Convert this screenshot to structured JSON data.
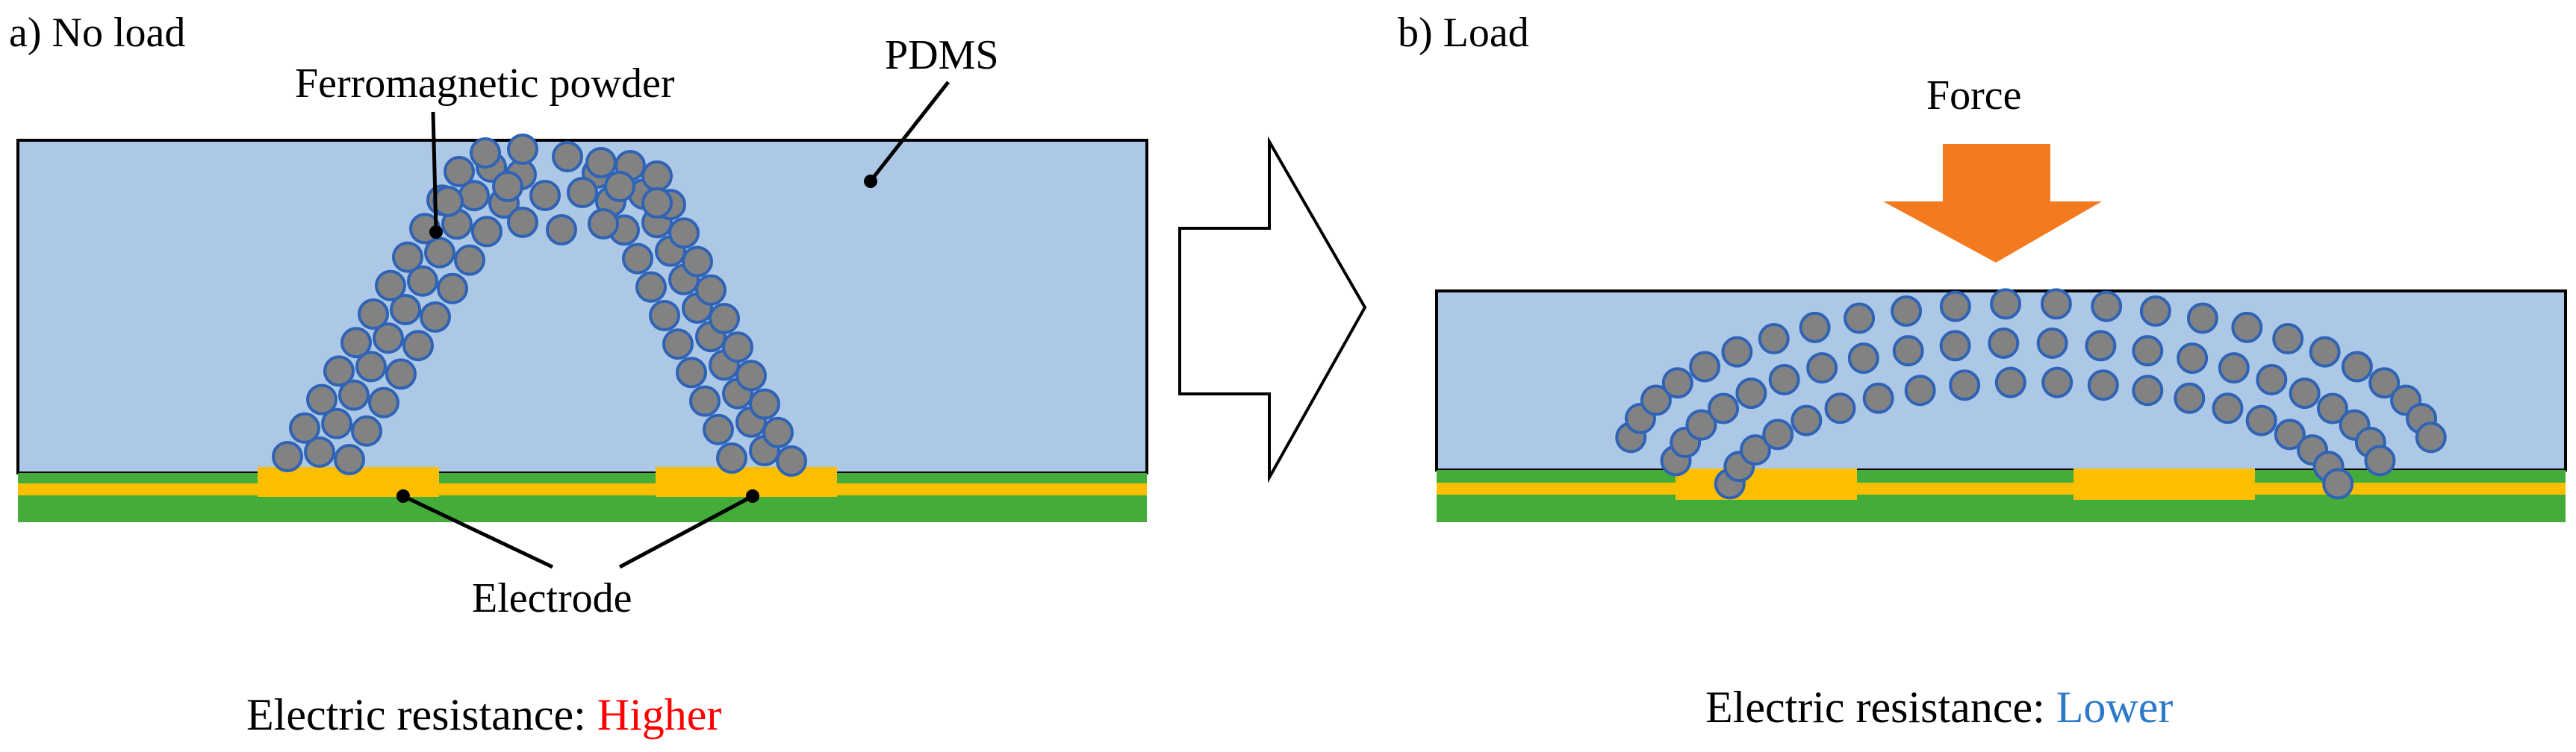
{
  "panels": {
    "a": {
      "title": "a) No load",
      "labels": {
        "powder": "Ferromagnetic powder",
        "pdms": "PDMS",
        "electrode": "Electrode"
      },
      "resistance": {
        "prefix": "Electric resistance: ",
        "value": "Higher"
      }
    },
    "b": {
      "title": "b) Load",
      "force_label": "Force",
      "resistance": {
        "prefix": "Electric resistance: ",
        "value": "Lower"
      }
    }
  },
  "colors": {
    "pdms": "#adc8e7",
    "substrate": "#44ad3a",
    "electrode": "#fbbf00",
    "particle": "#828282",
    "particle_edge": "#2e63b5",
    "force": "#f47a1f",
    "higher": "#ff0000",
    "lower": "#2b79c9"
  },
  "icons": {
    "transition_arrow": "arrow-right-outline-icon",
    "force_arrow": "arrow-down-icon"
  }
}
